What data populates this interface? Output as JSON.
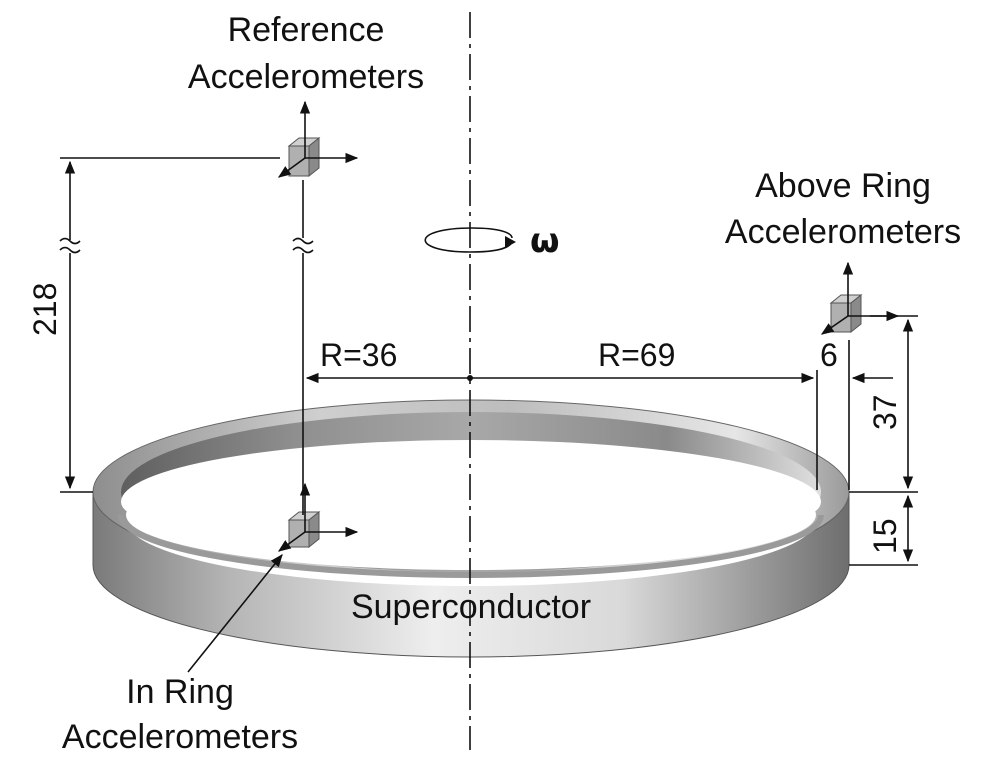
{
  "labels": {
    "reference_line1": "Reference",
    "reference_line2": "Accelerometers",
    "above_ring_line1": "Above Ring",
    "above_ring_line2": "Accelerometers",
    "in_ring_line1": "In Ring",
    "in_ring_line2": "Accelerometers",
    "superconductor": "Superconductor",
    "omega": "ω"
  },
  "dimensions": {
    "height_218": "218",
    "radius_inner": "R=36",
    "radius_outer": "R=69",
    "offset_6": "6",
    "height_37": "37",
    "height_15": "15"
  },
  "colors": {
    "ring_light": "#f2f2f2",
    "ring_mid": "#b8b8b8",
    "ring_dark": "#6a6a6a",
    "cube": "#a9a9a9",
    "line": "#111111"
  }
}
